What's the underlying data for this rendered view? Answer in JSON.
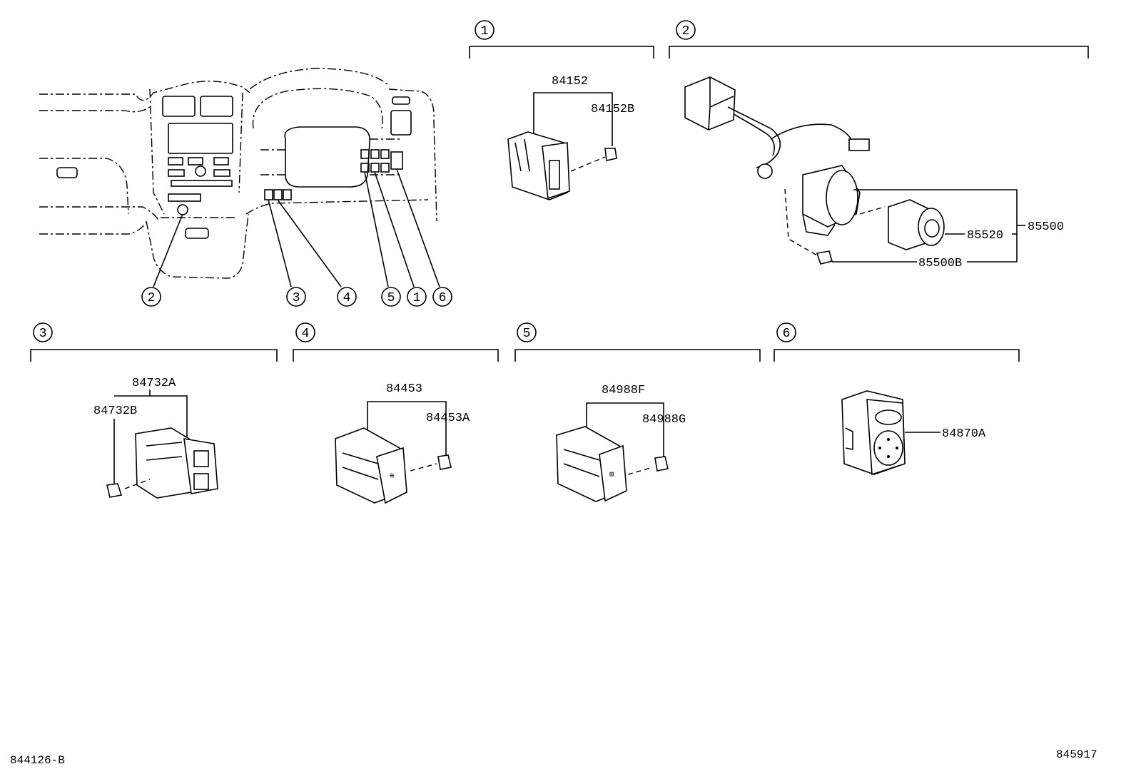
{
  "sections": [
    {
      "num": "1",
      "parts": [
        "84152",
        "84152B"
      ]
    },
    {
      "num": "2",
      "parts": [
        "85500",
        "85520",
        "85500B"
      ]
    },
    {
      "num": "3",
      "parts": [
        "84732A",
        "84732B"
      ]
    },
    {
      "num": "4",
      "parts": [
        "84453",
        "84453A"
      ]
    },
    {
      "num": "5",
      "parts": [
        "84988F",
        "84988G"
      ]
    },
    {
      "num": "6",
      "parts": [
        "84870A"
      ]
    }
  ],
  "overview_callouts": [
    "2",
    "3",
    "4",
    "5",
    "1",
    "6"
  ],
  "footer": {
    "left_ref": "844126-B",
    "right_ref": "845917"
  }
}
